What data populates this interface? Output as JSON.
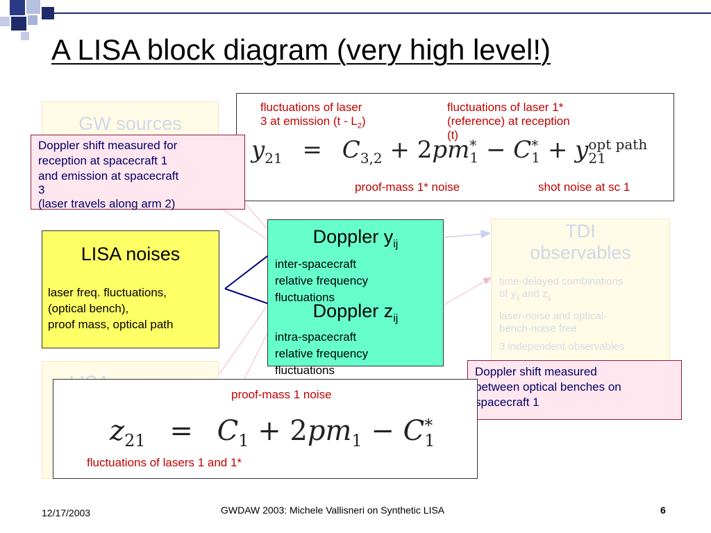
{
  "title": "A LISA block diagram (very high level!)",
  "gw_sources": {
    "title": "GW sources"
  },
  "doppler_note": {
    "lines": [
      "Doppler shift measured for",
      "reception at spacecraft 1",
      "and emission at spacecraft",
      "3",
      "(laser travels along arm 2)"
    ]
  },
  "lisa_noises": {
    "title": "LISA noises",
    "lines": [
      "laser freq. fluctuations,",
      "(optical bench),",
      "proof mass, optical path"
    ]
  },
  "eq_y": {
    "label_laser3": [
      "fluctuations of laser",
      "3 at emission (t - L"
    ],
    "label_laser3_sub": "2",
    "label_laser3_end": ")",
    "label_laser1": [
      "fluctuations of laser 1*",
      "(reference) at reception",
      "(t)"
    ],
    "label_pm": "proof-mass 1* noise",
    "label_shot": "shot noise at sc 1",
    "lhs": "y",
    "lhs_sub": "21",
    "c1": "C",
    "c1_sub": "3,2",
    "plus1": "+ 2",
    "pm": "pm",
    "pm_sup": "*",
    "pm_sub": "1",
    "minus": "−",
    "c2": "C",
    "c2_sup": "*",
    "c2_sub": "1",
    "plus2": "+",
    "y2": "y",
    "y2_sup": "opt path",
    "y2_sub": "21"
  },
  "doppler_box": {
    "y_title": "Doppler y",
    "y_sub": "ij",
    "y_lines": [
      "inter-spacecraft",
      "relative frequency",
      "fluctuations"
    ],
    "z_title": "Doppler z",
    "z_sub": "ij",
    "z_lines": [
      "intra-spacecraft",
      "relative frequency",
      "fluctuations"
    ]
  },
  "tdi": {
    "title": [
      "TDI",
      "observables"
    ],
    "line1a": "time-delayed combinations",
    "line1b": "of y",
    "line1b_sub": "ij",
    "line1c": " and z",
    "line1c_sub": "ij",
    "line2": [
      "laser-noise and optical-",
      "bench-noise free"
    ],
    "line3": "3 independent observables"
  },
  "bench_note": {
    "lines": [
      "Doppler shift measured",
      "between optical benches on",
      "spacecraft 1"
    ]
  },
  "lisa_response": {
    "title": "LISA response"
  },
  "eq_z": {
    "label_pm": "proof-mass 1 noise",
    "label_lasers": "fluctuations of lasers 1 and 1*",
    "lhs": "z",
    "lhs_sub": "21",
    "eq": "=",
    "c1": "C",
    "c1_sub": "1",
    "plus": "+ 2",
    "pm": "pm",
    "pm_sub": "1",
    "minus": "−",
    "c2": "C",
    "c2_sup": "*",
    "c2_sub": "1"
  },
  "footer": {
    "date": "12/17/2003",
    "center": "GWDAW 2003: Michele Vallisneri on Synthetic LISA",
    "page": "6"
  },
  "colors": {
    "title_squares_dark": "#1f2a6b",
    "title_squares_light": "#a9b3d8",
    "red_label": "#c00000",
    "green_box": "#66ffcc",
    "yellow_box": "#ffff66",
    "pink_note": "#ffe6ef",
    "arrow_blue": "#000080"
  }
}
